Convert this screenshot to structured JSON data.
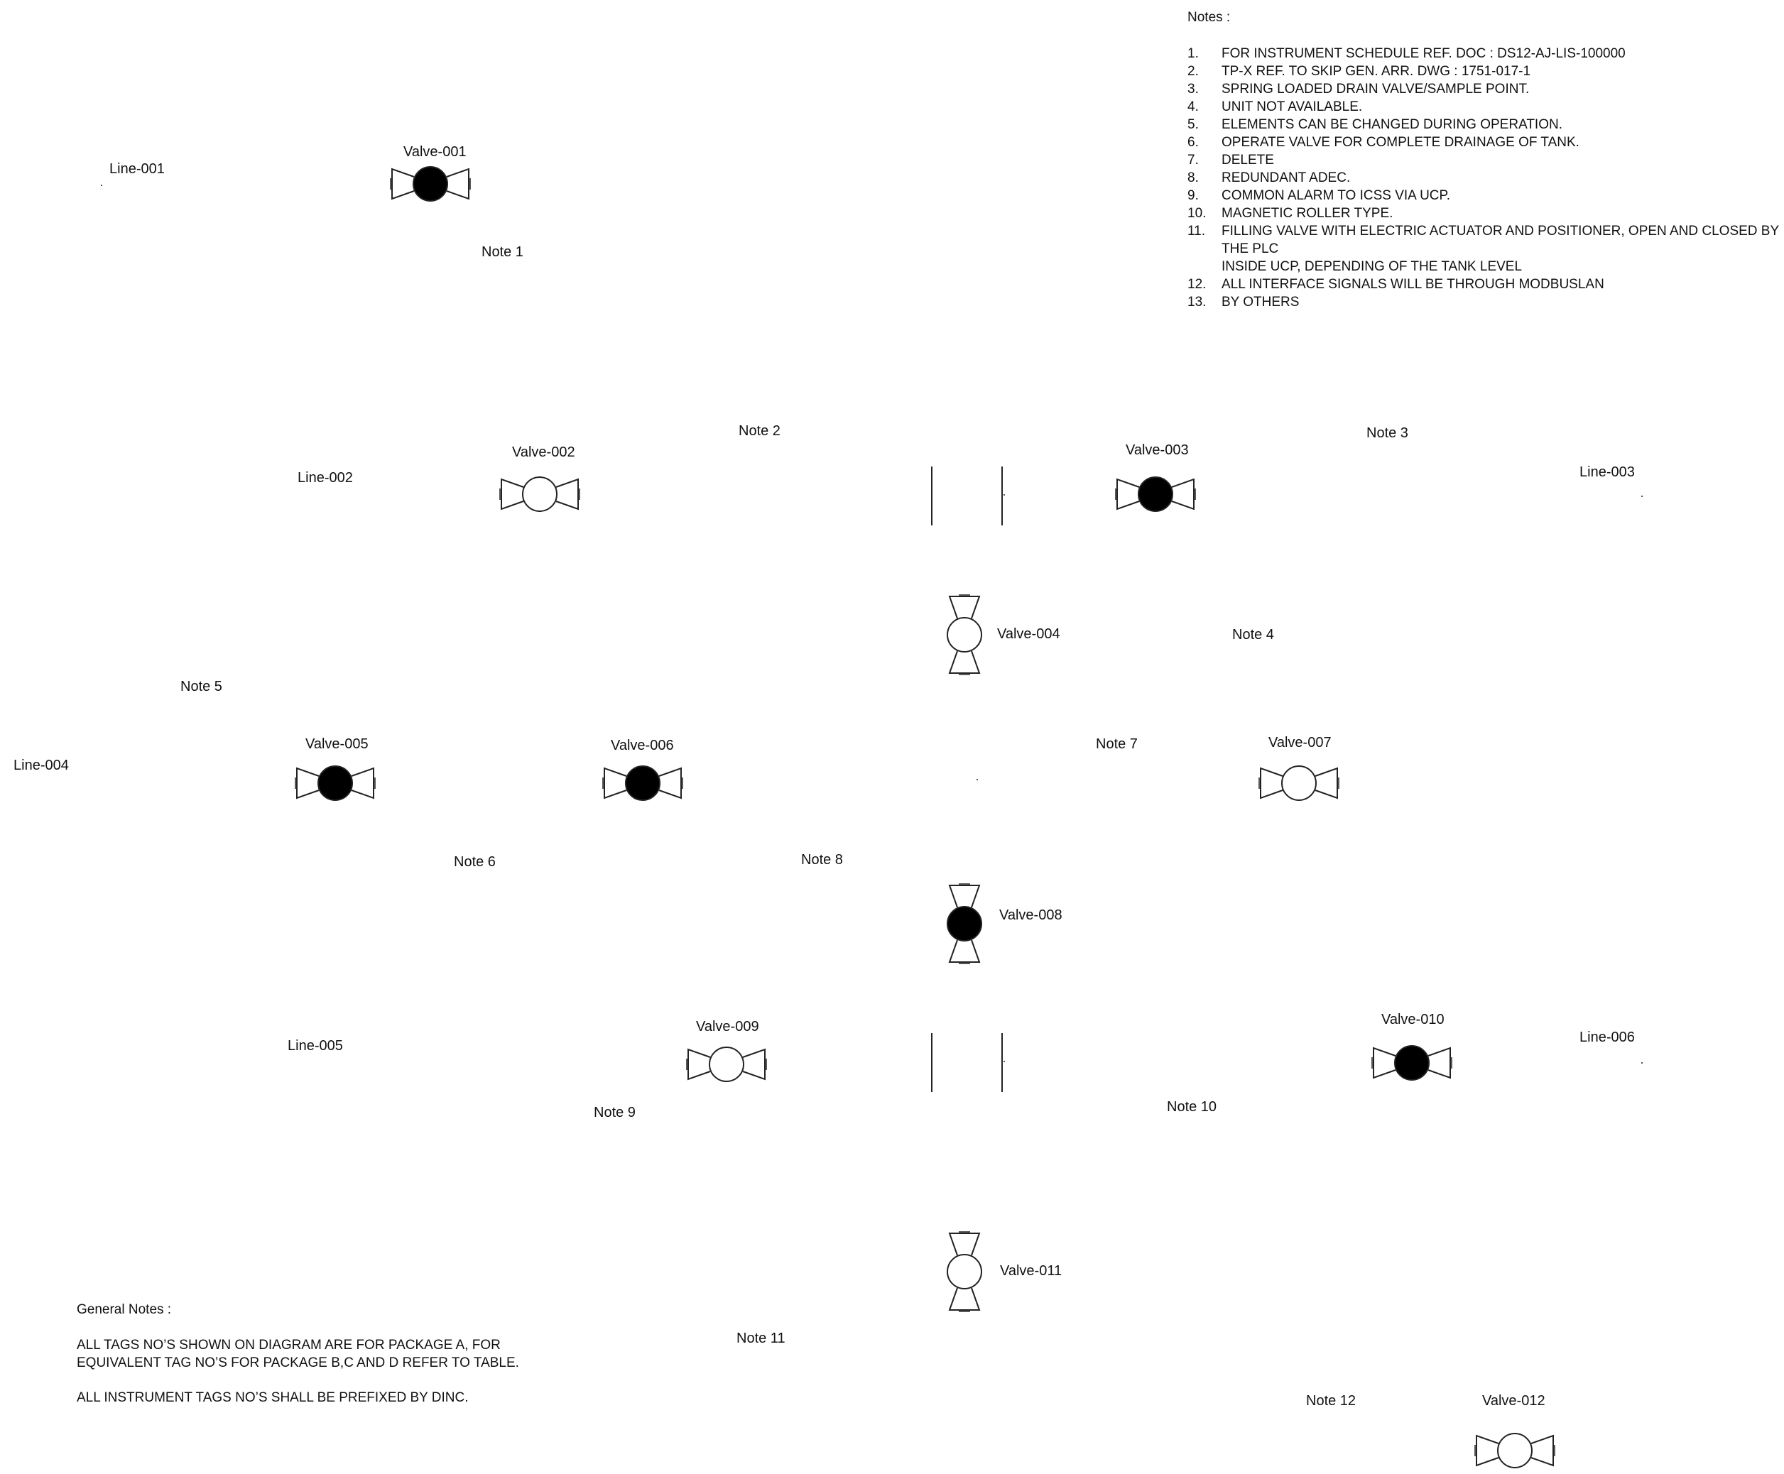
{
  "notes": {
    "title": "Notes :",
    "items": [
      {
        "num": "1.",
        "text": "FOR INSTRUMENT SCHEDULE REF. DOC : DS12-AJ-LIS-100000"
      },
      {
        "num": "2.",
        "text": "TP-X  REF. TO SKIP GEN. ARR. DWG : 1751-017-1"
      },
      {
        "num": "3.",
        "text": "SPRING LOADED DRAIN VALVE/SAMPLE POINT."
      },
      {
        "num": "4.",
        "text": "UNIT NOT AVAILABLE."
      },
      {
        "num": "5.",
        "text": "ELEMENTS CAN BE CHANGED DURING OPERATION."
      },
      {
        "num": "6.",
        "text": "OPERATE VALVE FOR COMPLETE DRAINAGE OF TANK."
      },
      {
        "num": "7.",
        "text": "DELETE"
      },
      {
        "num": "8.",
        "text": "REDUNDANT ADEC."
      },
      {
        "num": "9.",
        "text": "COMMON ALARM TO ICSS VIA UCP."
      },
      {
        "num": "10.",
        "text": "MAGNETIC ROLLER TYPE."
      },
      {
        "num": "11.",
        "text": "FILLING VALVE WITH ELECTRIC ACTUATOR AND POSITIONER, OPEN AND CLOSED BY THE PLC\nINSIDE UCP, DEPENDING OF THE TANK LEVEL"
      },
      {
        "num": "12.",
        "text": "ALL INTERFACE SIGNALS WILL BE THROUGH MODBUSLAN"
      },
      {
        "num": "13.",
        "text": "BY OTHERS"
      }
    ]
  },
  "general_notes": {
    "title": "General Notes :",
    "paragraphs": [
      "ALL TAGS NO’S SHOWN ON DIAGRAM ARE FOR PACKAGE A, FOR\nEQUIVALENT TAG NO’S FOR PACKAGE B,C AND D REFER TO TABLE.",
      "ALL INSTRUMENT TAGS NO’S SHALL BE PREFIXED BY DINC."
    ]
  },
  "lines": [
    {
      "id": "line-001",
      "label": "Line-001"
    },
    {
      "id": "line-002",
      "label": "Line-002"
    },
    {
      "id": "line-003",
      "label": "Line-003"
    },
    {
      "id": "line-004",
      "label": "Line-004"
    },
    {
      "id": "line-005",
      "label": "Line-005"
    },
    {
      "id": "line-006",
      "label": "Line-006"
    }
  ],
  "note_labels": [
    {
      "id": "note-1",
      "label": "Note 1"
    },
    {
      "id": "note-2",
      "label": "Note 2"
    },
    {
      "id": "note-3",
      "label": "Note 3"
    },
    {
      "id": "note-4",
      "label": "Note 4"
    },
    {
      "id": "note-5",
      "label": "Note 5"
    },
    {
      "id": "note-6",
      "label": "Note 6"
    },
    {
      "id": "note-7",
      "label": "Note 7"
    },
    {
      "id": "note-8",
      "label": "Note 8"
    },
    {
      "id": "note-9",
      "label": "Note 9"
    },
    {
      "id": "note-10",
      "label": "Note 10"
    },
    {
      "id": "note-11",
      "label": "Note 11"
    },
    {
      "id": "note-12",
      "label": "Note 12"
    }
  ],
  "valves": [
    {
      "id": "valve-001",
      "label": "Valve-001",
      "state": "closed",
      "orientation": "horizontal"
    },
    {
      "id": "valve-002",
      "label": "Valve-002",
      "state": "open",
      "orientation": "horizontal"
    },
    {
      "id": "valve-003",
      "label": "Valve-003",
      "state": "closed",
      "orientation": "horizontal"
    },
    {
      "id": "valve-004",
      "label": "Valve-004",
      "state": "open",
      "orientation": "vertical"
    },
    {
      "id": "valve-005",
      "label": "Valve-005",
      "state": "closed",
      "orientation": "horizontal"
    },
    {
      "id": "valve-006",
      "label": "Valve-006",
      "state": "closed",
      "orientation": "horizontal"
    },
    {
      "id": "valve-007",
      "label": "Valve-007",
      "state": "open",
      "orientation": "horizontal"
    },
    {
      "id": "valve-008",
      "label": "Valve-008",
      "state": "closed",
      "orientation": "vertical"
    },
    {
      "id": "valve-009",
      "label": "Valve-009",
      "state": "open",
      "orientation": "horizontal"
    },
    {
      "id": "valve-010",
      "label": "Valve-010",
      "state": "closed",
      "orientation": "horizontal"
    },
    {
      "id": "valve-011",
      "label": "Valve-011",
      "state": "open",
      "orientation": "vertical"
    },
    {
      "id": "valve-012",
      "label": "Valve-012",
      "state": "open",
      "orientation": "horizontal"
    }
  ],
  "colors": {
    "line": "#222222",
    "closed_fill": "#000000",
    "open_fill": "#ffffff"
  }
}
